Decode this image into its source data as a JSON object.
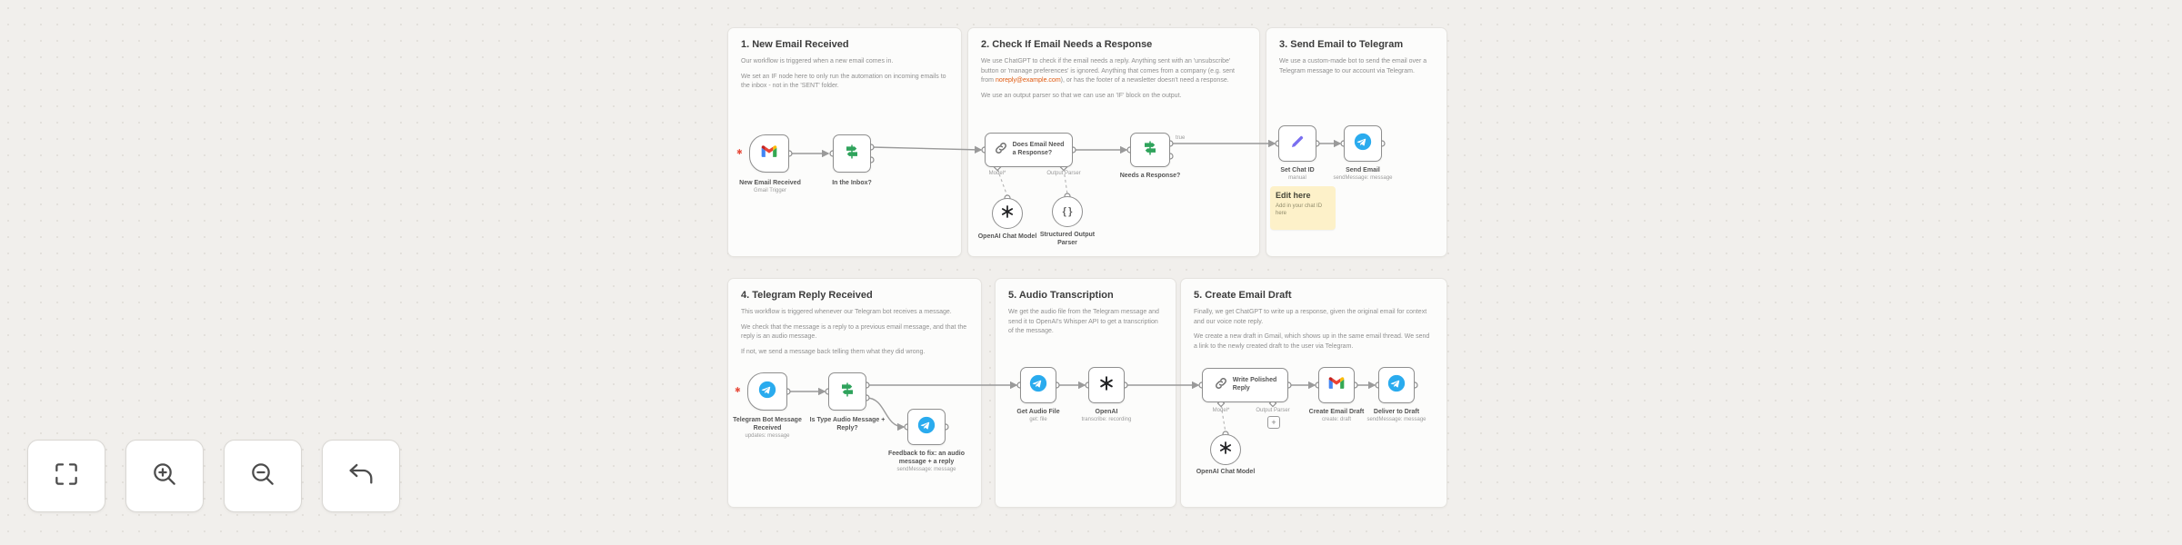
{
  "sections": [
    {
      "title": "1. New Email Received",
      "p1": "Our workflow is triggered when a new email comes in.",
      "p2": "We set an IF node here to only run the automation on incoming emails to the inbox - not in the 'SENT' folder."
    },
    {
      "title": "2. Check If Email Needs a Response",
      "p1a": "We use ChatGPT to check if the email needs a reply. Anything sent with an 'unsubscribe' button or 'manage preferences' is ignored. Anything that comes from a company (e.g. sent from ",
      "p1link": "noreply@example.com",
      "p1b": "), or has the footer of a newsletter doesn't need a response.",
      "p2": "We use an output parser so that we can use an 'IF' block on the output."
    },
    {
      "title": "3. Send Email to Telegram",
      "p1": "We use a custom-made bot to send the email over a Telegram message to our account via Telegram."
    },
    {
      "title": "4. Telegram Reply Received",
      "p1": "This workflow is triggered whenever our Telegram bot receives a message.",
      "p2": "We check that the message is a reply to a previous email message, and that the reply is an audio message.",
      "p3": "If not, we send a message back telling them what they did wrong."
    },
    {
      "title": "5. Audio Transcription",
      "p1": "We get the audio file from the Telegram message and send it to OpenAI's Whisper API to get a transcription of the message."
    },
    {
      "title": "5. Create Email Draft",
      "p1": "Finally, we get ChatGPT to write up a response, given the original email for context and our voice note reply.",
      "p2": "We create a new draft in Gmail, which shows up in the same email thread. We send a link to the newly created draft to the user via Telegram."
    }
  ],
  "note": {
    "title": "Edit here",
    "body": "Add in your chat ID here"
  },
  "nodes": {
    "gmail_trigger": {
      "label": "New Email Received",
      "subtitle": "Gmail Trigger"
    },
    "inbox_if": {
      "label": "In the Inbox?"
    },
    "needs_response_chain": {
      "line1": "Does Email Need",
      "line2": "a Response?"
    },
    "chat_model_1": {
      "label": "OpenAI Chat Model"
    },
    "output_parser": {
      "line1": "Structured Output",
      "line2": "Parser"
    },
    "needs_response_if": {
      "label": "Needs a Response?",
      "out_label": "true"
    },
    "set_chat_id": {
      "label": "Set Chat ID",
      "subtitle": "manual"
    },
    "send_email": {
      "label": "Send Email",
      "subtitle": "sendMessage: message"
    },
    "telegram_trigger": {
      "line1": "Telegram Bot Message",
      "line2": "Received",
      "subtitle": "updates: message"
    },
    "audio_if": {
      "line1": "Is Type Audio Message +",
      "line2": "Reply?"
    },
    "feedback": {
      "line1": "Feedback to fix: an audio",
      "line2": "message + a reply",
      "subtitle": "sendMessage: message"
    },
    "get_audio": {
      "label": "Get Audio File",
      "subtitle": "get: file"
    },
    "transcribe": {
      "label": "OpenAI",
      "subtitle": "transcribe: recording"
    },
    "write_reply_chain": {
      "line1": "Write Polished",
      "line2": "Reply"
    },
    "chat_model_2": {
      "label": "OpenAI Chat Model"
    },
    "create_draft": {
      "label": "Create Email Draft",
      "subtitle": "create: draft"
    },
    "deliver_draft": {
      "label": "Deliver to Draft",
      "subtitle": "sendMessage: message"
    },
    "connector_model": "Model*",
    "connector_parser": "Output Parser",
    "add_button": "+",
    "trigger_pin": "✱"
  },
  "toolbar": {
    "buttons": [
      {
        "icon": "zoom-to-fit-icon"
      },
      {
        "icon": "zoom-in-icon"
      },
      {
        "icon": "zoom-out-icon"
      },
      {
        "icon": "reset-zoom-icon"
      }
    ]
  },
  "colors": {
    "canvas": "#f1efec",
    "sticky": "#fcfcfb",
    "note_yellow": "#fdf1c9",
    "link_text": "#e0590f",
    "if_green": "#2fa35c",
    "telegram_blue": "#2aabee",
    "pencil_purple": "#7a6ff0",
    "trigger_pin_red": "#e74c3c"
  }
}
